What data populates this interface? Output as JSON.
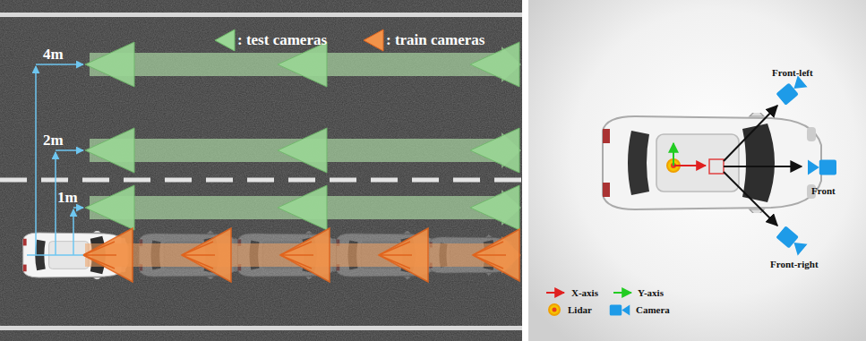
{
  "diagram": {
    "labels": [
      "4m",
      "2m",
      "1m",
      "Front-left",
      "Front",
      "Front-right"
    ],
    "legend": [
      {
        "text": ": test cameras"
      },
      {
        "text": ": train cameras"
      },
      {
        "text": "X-axis"
      },
      {
        "text": "Y-axis"
      },
      {
        "text": "Lidar"
      },
      {
        "text": "Camera"
      }
    ]
  }
}
